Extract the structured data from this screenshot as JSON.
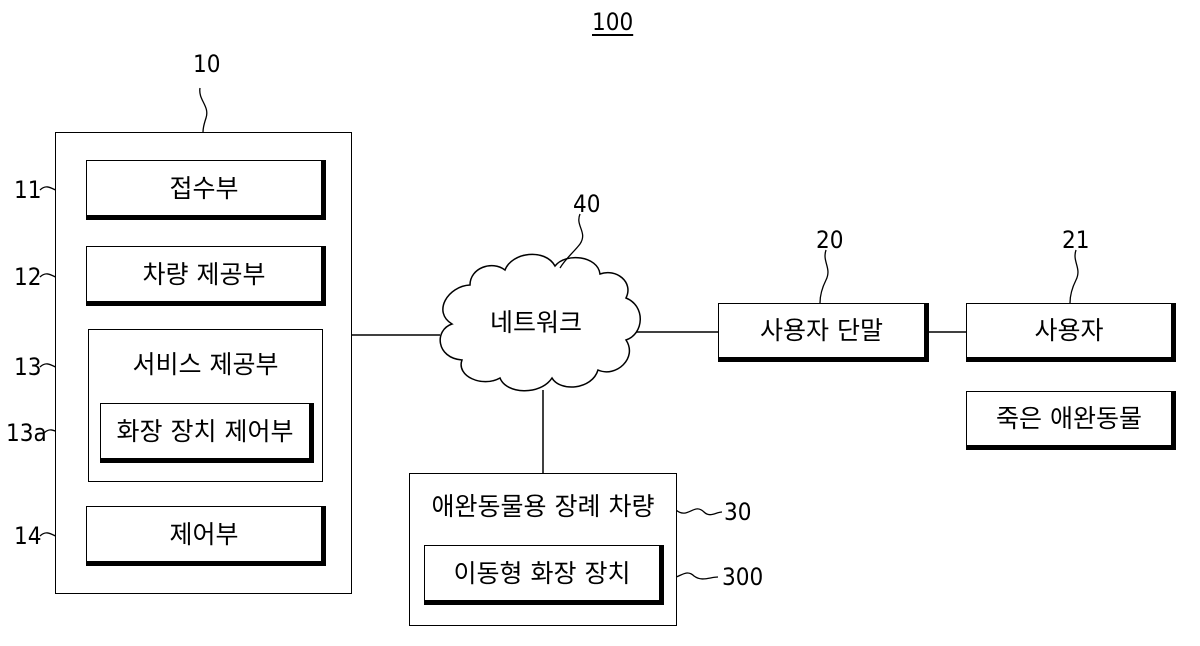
{
  "figure_number": "100",
  "server": {
    "ref": "10",
    "units": [
      {
        "ref": "11",
        "label": "접수부"
      },
      {
        "ref": "12",
        "label": "차량 제공부"
      },
      {
        "ref": "13",
        "label": "서비스 제공부"
      },
      {
        "ref": "13a",
        "label": "화장 장치 제어부"
      },
      {
        "ref": "14",
        "label": "제어부"
      }
    ]
  },
  "network": {
    "ref": "40",
    "label": "네트워크"
  },
  "user_terminal": {
    "ref": "20",
    "label": "사용자 단말"
  },
  "user": {
    "ref": "21",
    "label": "사용자"
  },
  "deceased_pet": {
    "label": "죽은 애완동물"
  },
  "funeral_vehicle": {
    "ref": "30",
    "label": "애완동물용 장례 차량"
  },
  "cremation_device": {
    "ref": "300",
    "label": "이동형 화장 장치"
  }
}
